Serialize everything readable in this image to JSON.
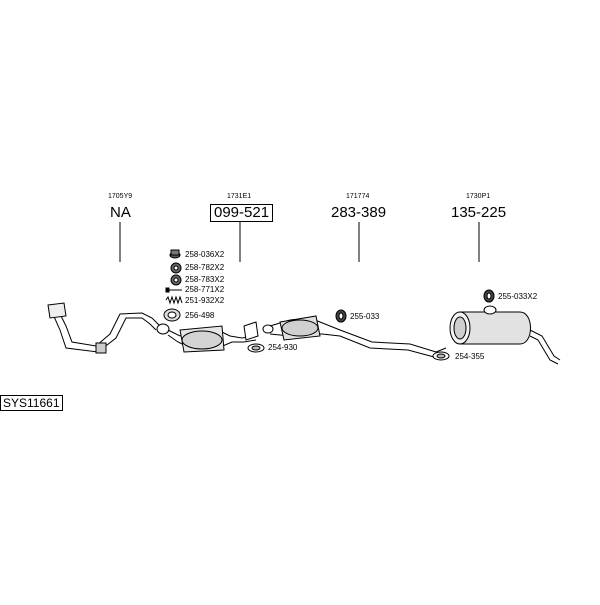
{
  "groups": [
    {
      "ref": "1705Y9",
      "number": "NA",
      "boxed": false
    },
    {
      "ref": "1731E1",
      "number": "099-521",
      "boxed": true
    },
    {
      "ref": "171774",
      "number": "283-389",
      "boxed": false
    },
    {
      "ref": "1730P1",
      "number": "135-225",
      "boxed": false
    }
  ],
  "accessories": [
    {
      "label": "258-036X2",
      "icon": "rubber-mount-icon"
    },
    {
      "label": "258-782X2",
      "icon": "ring-mount-icon"
    },
    {
      "label": "258-783X2",
      "icon": "ring-mount-icon"
    },
    {
      "label": "258-771X2",
      "icon": "bolt-icon"
    },
    {
      "label": "251-932X2",
      "icon": "spring-icon"
    },
    {
      "label": "256-498",
      "icon": "gasket-icon"
    },
    {
      "label": "254-930",
      "icon": "clamp-icon"
    },
    {
      "label": "255-033",
      "icon": "rubber-hanger-icon"
    },
    {
      "label": "255-033X2",
      "icon": "rubber-hanger-icon"
    },
    {
      "label": "254-355",
      "icon": "clamp-icon"
    }
  ],
  "system_code": "SYS11661"
}
